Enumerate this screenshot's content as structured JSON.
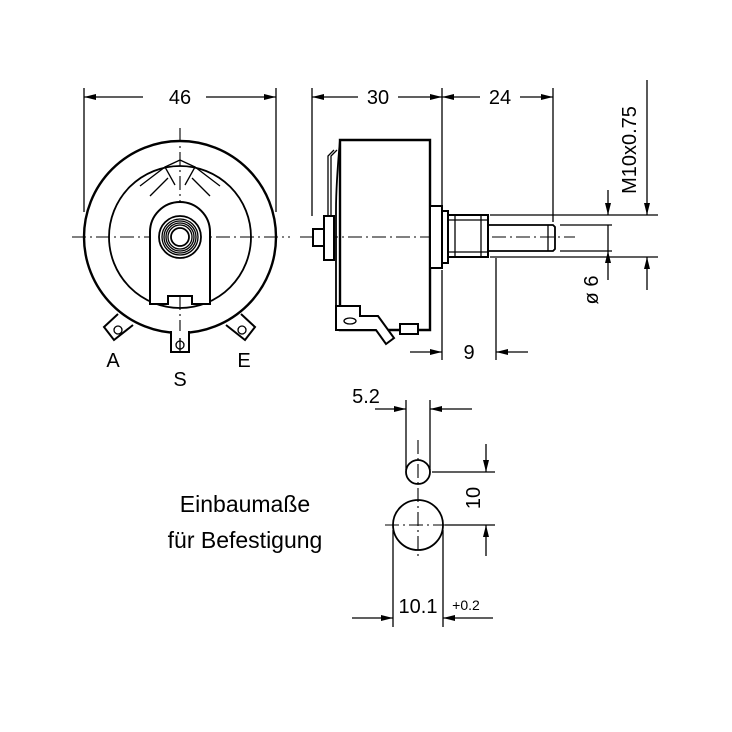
{
  "dimensions": {
    "width_46": "46",
    "length_30": "30",
    "shaft_24": "24",
    "thread": "M10x0.75",
    "shaft_dia": "ø 6",
    "bushing_9": "9",
    "hole_offset": "5.2",
    "hole_spacing": "10",
    "hole_dia": "10.1",
    "hole_tol": "+0.2"
  },
  "terminals": {
    "a": "A",
    "s": "S",
    "e": "E"
  },
  "caption": {
    "line1": "Einbaumaße",
    "line2": "für Befestigung"
  },
  "colors": {
    "line": "#000000",
    "background": "#ffffff"
  }
}
